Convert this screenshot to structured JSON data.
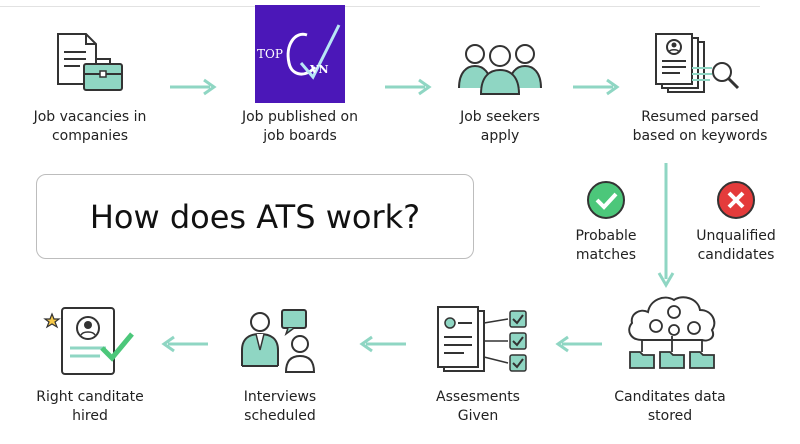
{
  "title": "How does ATS work?",
  "colors": {
    "accent": "#8fd6c3",
    "green": "#4cc77a",
    "red": "#e43b3b",
    "ink": "#333333",
    "logo_bg": "#4b17b8"
  },
  "logo": {
    "text_top": "TOP",
    "text_vn": "VN"
  },
  "steps": [
    {
      "line1": "Job vacancies in",
      "line2": "companies"
    },
    {
      "line1": "Job published on",
      "line2": "job boards"
    },
    {
      "line1": "Job seekers",
      "line2": "apply"
    },
    {
      "line1": "Resumed parsed",
      "line2": "based on keywords"
    },
    {
      "line1": "Canditates data",
      "line2": "stored"
    },
    {
      "line1": "Assesments",
      "line2": "Given"
    },
    {
      "line1": "Interviews",
      "line2": "scheduled"
    },
    {
      "line1": "Right canditate",
      "line2": "hired"
    }
  ],
  "outcomes": {
    "match": {
      "line1": "Probable",
      "line2": "matches"
    },
    "reject": {
      "line1": "Unqualified",
      "line2": "candidates"
    }
  }
}
